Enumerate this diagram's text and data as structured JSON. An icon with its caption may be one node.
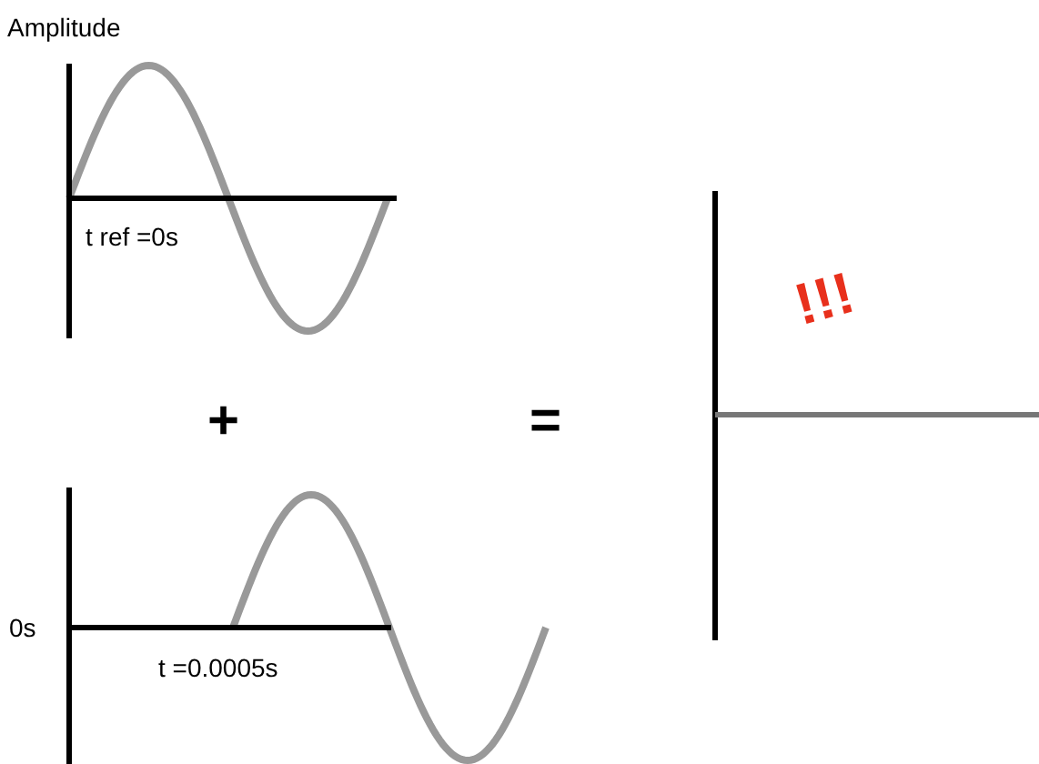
{
  "diagram": {
    "labels": [
      "Amplitude",
      "t ref =0s",
      "+",
      "=",
      "!!!",
      "0s",
      "t =0.0005s"
    ]
  }
}
